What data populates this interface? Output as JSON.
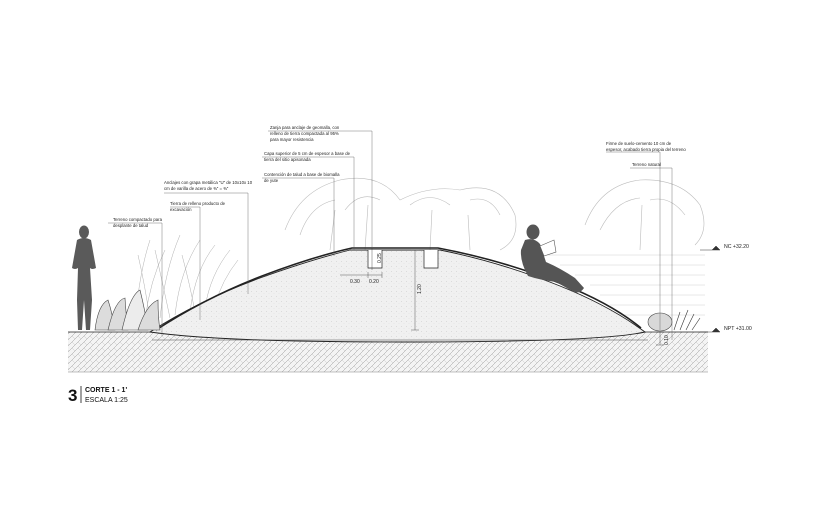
{
  "section": {
    "number": "3",
    "title": "CORTE 1 - 1'",
    "scale": "ESCALA 1:25"
  },
  "annotations": [
    {
      "id": "zanja",
      "lines": [
        "Zanja para anclaje de geomalla, con",
        "relleno de tierra compactada al 95%",
        "para mayor resistencia"
      ]
    },
    {
      "id": "capa",
      "lines": [
        "Capa superior de 5 cm de espesor a base de",
        "tierra del sitio apisonada"
      ]
    },
    {
      "id": "contencion",
      "lines": [
        "Contención de talud a base de biomalla",
        "de yute"
      ]
    },
    {
      "id": "anclaje",
      "lines": [
        "Anclajes con grapa metálica \"U\" de 10x10x 10",
        "cm de varilla de acero de ⅜\" = ⅜\""
      ]
    },
    {
      "id": "relleno",
      "lines": [
        "Tierra de relleno producto de",
        "excavación"
      ]
    },
    {
      "id": "terreno-compactado",
      "lines": [
        "Terreno compactado para",
        "desplante de talud"
      ]
    },
    {
      "id": "firme",
      "lines": [
        "Firme de suelo-cemento 10 cm de",
        "espesor, acabado tierra propia del terreno"
      ]
    },
    {
      "id": "terreno-natural",
      "lines": [
        "Terreno natural"
      ]
    }
  ],
  "dimensions": {
    "d_025": "0.25",
    "d_030": "0.30",
    "d_020": "0.20",
    "d_120": "1.20",
    "d_010": "0.10"
  },
  "levels": {
    "nc": "NC +32.20",
    "npt": "NPT +31.00"
  },
  "colors": {
    "ink": "#222222",
    "fill_light": "#f2f2f2",
    "fill_hatch": "#bdbdbd",
    "figure": "#555555"
  }
}
